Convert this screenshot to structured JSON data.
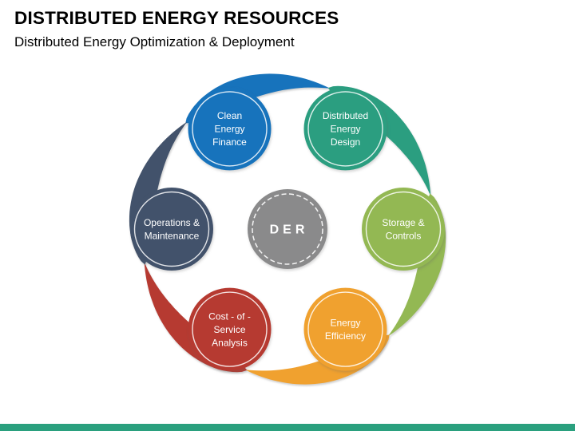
{
  "header": {
    "title": "DISTRIBUTED ENERGY RESOURCES",
    "subtitle": "Distributed Energy Optimization & Deployment"
  },
  "diagram": {
    "center": {
      "label": "DER",
      "color": "#8A8A8B"
    },
    "nodes": [
      {
        "label": "Clean Energy Finance",
        "lines": [
          "Clean",
          "Energy",
          "Finance"
        ],
        "color": "#1773BC",
        "angle": -120
      },
      {
        "label": "Distributed Energy Design",
        "lines": [
          "Distributed",
          "Energy",
          "Design"
        ],
        "color": "#2B9E80",
        "angle": -60
      },
      {
        "label": "Storage & Controls",
        "lines": [
          "Storage &",
          "Controls"
        ],
        "color": "#93B853",
        "angle": 0
      },
      {
        "label": "Energy Efficiency",
        "lines": [
          "Energy",
          "Efficiency"
        ],
        "color": "#F0A12F",
        "angle": 60
      },
      {
        "label": "Cost - of - Service Analysis",
        "lines": [
          "Cost - of -",
          "Service",
          "Analysis"
        ],
        "color": "#B63A31",
        "angle": 120
      },
      {
        "label": "Operations & Maintenance",
        "lines": [
          "Operations &",
          "Maintenance"
        ],
        "color": "#42526B",
        "angle": 180
      }
    ]
  },
  "footer": {
    "bar_color": "#2AA07E"
  }
}
